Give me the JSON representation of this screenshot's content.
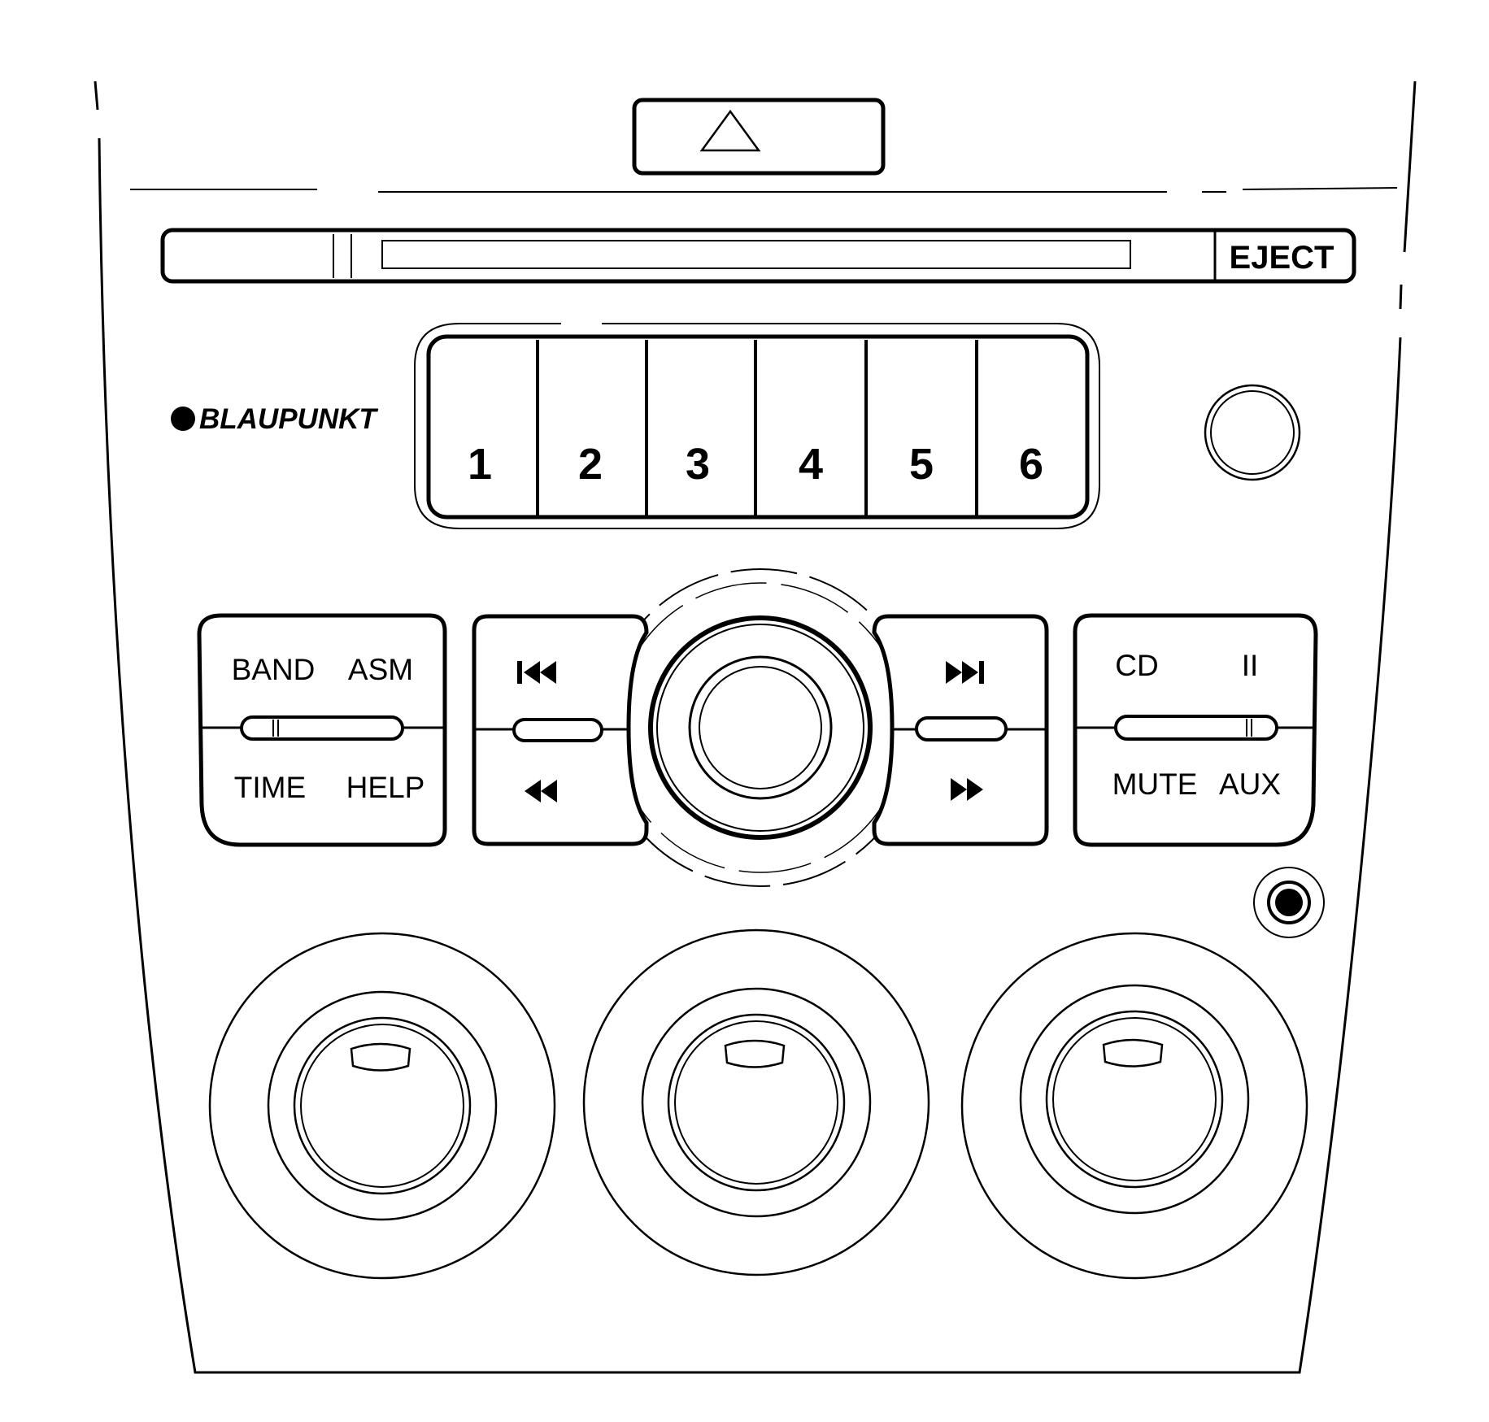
{
  "brand": {
    "name": "BLAUPUNKT"
  },
  "cd_slot": {
    "eject_label": "EJECT"
  },
  "presets": [
    "1",
    "2",
    "3",
    "4",
    "5",
    "6"
  ],
  "left_rocker": {
    "top_left": "BAND",
    "top_right": "ASM",
    "bottom_left": "TIME",
    "bottom_right": "HELP"
  },
  "right_rocker": {
    "top_left": "CD",
    "top_right": "II",
    "bottom_left": "MUTE",
    "bottom_right": "AUX"
  },
  "icons": {
    "hazard": "hazard-triangle-icon",
    "prev_track": "skip-back-icon",
    "rewind": "rewind-icon",
    "next_track": "skip-forward-icon",
    "fast_forward": "fast-forward-icon"
  }
}
